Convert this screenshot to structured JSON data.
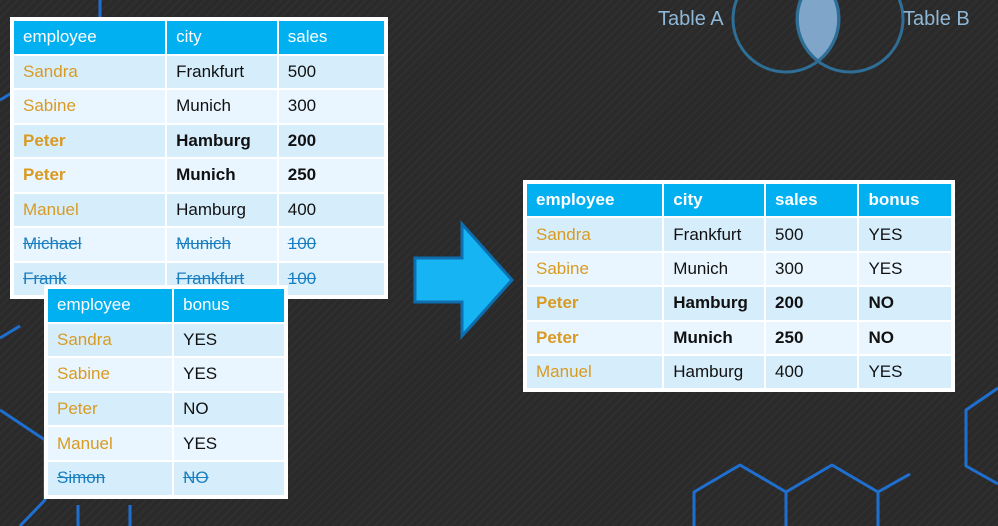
{
  "venn": {
    "label_a": "Table A",
    "label_b": "Table B"
  },
  "table_a": {
    "headers": [
      "employee",
      "city",
      "sales"
    ],
    "rows": [
      [
        "Sandra",
        "Frankfurt",
        "500"
      ],
      [
        "Sabine",
        "Munich",
        "300"
      ],
      [
        "Peter",
        "Hamburg",
        "200"
      ],
      [
        "Peter",
        "Munich",
        "250"
      ],
      [
        "Manuel",
        "Hamburg",
        "400"
      ],
      [
        "Michael",
        "Munich",
        "100"
      ],
      [
        "Frank",
        "Frankfurt",
        "100"
      ]
    ]
  },
  "table_b": {
    "headers": [
      "employee",
      "bonus"
    ],
    "rows": [
      [
        "Sandra",
        "YES"
      ],
      [
        "Sabine",
        "YES"
      ],
      [
        "Peter",
        "NO"
      ],
      [
        "Manuel",
        "YES"
      ],
      [
        "Simon",
        "NO"
      ]
    ]
  },
  "result": {
    "headers": [
      "employee",
      "city",
      "sales",
      "bonus"
    ],
    "rows": [
      [
        "Sandra",
        "Frankfurt",
        "500",
        "YES"
      ],
      [
        "Sabine",
        "Munich",
        "300",
        "YES"
      ],
      [
        "Peter",
        "Hamburg",
        "200",
        "NO"
      ],
      [
        "Peter",
        "Munich",
        "250",
        "NO"
      ],
      [
        "Manuel",
        "Hamburg",
        "400",
        "YES"
      ]
    ]
  },
  "colors": {
    "header": "#00b0f0",
    "name": "#d99a22",
    "struck": "#1a7fc0",
    "background": "#2a2a2a"
  }
}
